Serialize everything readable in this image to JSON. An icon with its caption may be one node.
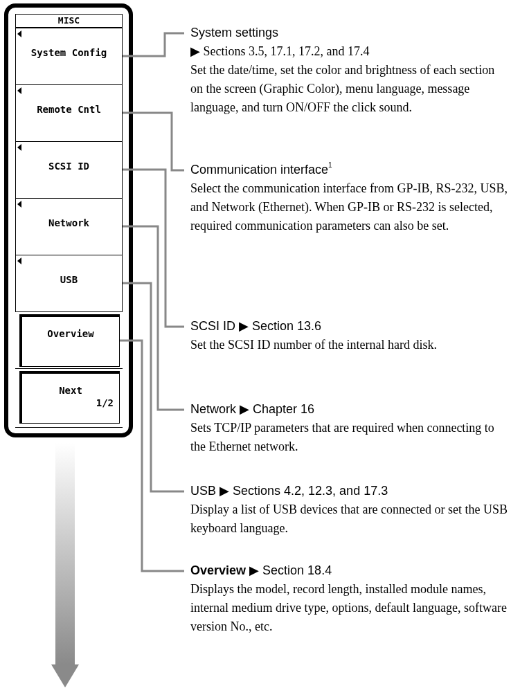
{
  "diagram": {
    "nodes": [
      {
        "text": [
          "MISC"
        ]
      },
      {
        "text": [
          "System Config"
        ],
        "in": 0
      },
      {
        "text": [
          "Remote Cntl"
        ],
        "in": 0
      },
      {
        "text": [
          "SCSI ID"
        ],
        "in": 0
      },
      {
        "text": [
          "Network"
        ],
        "in": 0
      },
      {
        "text": [
          "USB"
        ],
        "in": 0
      },
      {
        "text": [
          "Overview"
        ],
        "in": 0
      },
      {
        "text": [
          "Next",
          "1/2"
        ],
        "in": 0
      },
      {
        "text": [
          "System settings",
          "▶ Sections 3.5, 17.1, 17.2, and 17.4",
          "Set the date/time, set the color and brightness of each section on the screen (Graphic Color), menu language, message language, and turn ON/OFF the click sound."
        ]
      },
      {
        "text": [
          "Communication interface$^{1}$",
          "Select the communication interface from GP-IB, RS-232, USB, and Network (Ethernet).  When GP-IB or RS-232 is selected, required communication parameters can also be set."
        ]
      },
      {
        "text": [
          "SCSI ID ▶ Section 13.6",
          "Set the SCSI ID number of the internal hard disk."
        ]
      },
      {
        "text": [
          "Network ▶ Chapter 16",
          "Sets TCP/IP parameters that are required when connecting to the Ethernet network."
        ]
      },
      {
        "text": [
          "USB ▶ Sections 4.2, 12.3, and 17.3",
          "Display a list of USB devices that are connected or set the USB keyboard language."
        ]
      },
      {
        "text": [
          "**Overview** ▶ Section 18.4",
          "Displays the model, record length, installed module names, internal medium drive type, options, default language, software version No., etc."
        ]
      }
    ],
    "edges": [
      {
        "from": 1,
        "to": 8,
        "arrow": "none"
      },
      {
        "from": 2,
        "to": 9,
        "arrow": "none"
      },
      {
        "from": 3,
        "to": 10,
        "arrow": "none"
      },
      {
        "from": 4,
        "to": 11,
        "arrow": "none"
      },
      {
        "from": 5,
        "to": 12,
        "arrow": "none"
      },
      {
        "from": 6,
        "to": 13,
        "arrow": "none"
      },
      {
        "from": 0,
        "to": null,
        "arrow": "to",
        "style": "thick"
      }
    ]
  }
}
